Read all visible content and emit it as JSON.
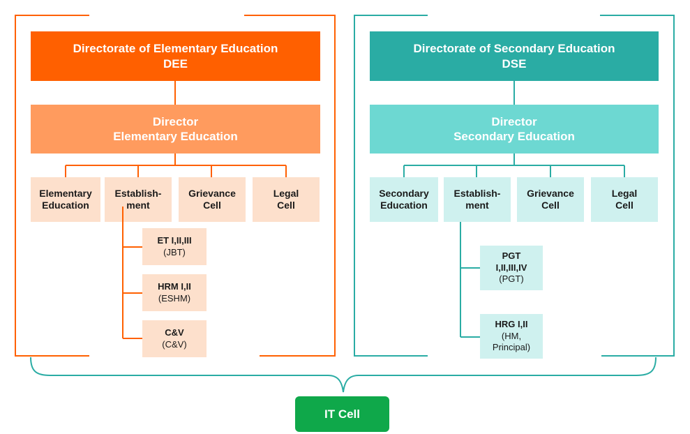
{
  "dee": {
    "header_line1": "Directorate of Elementary Education",
    "header_line2": "DEE",
    "director_line1": "Director",
    "director_line2": "Elementary Education",
    "units": [
      {
        "line1": "Elementary",
        "line2": "Education"
      },
      {
        "line1": "Establish-",
        "line2": "ment"
      },
      {
        "line1": "Grievance",
        "line2": "Cell"
      },
      {
        "line1": "Legal",
        "line2": "Cell"
      }
    ],
    "sub_units": [
      {
        "title": "ET I,II,III",
        "detail": "(JBT)"
      },
      {
        "title": "HRM I,II",
        "detail": "(ESHM)"
      },
      {
        "title": "C&V",
        "detail": "(C&V)"
      }
    ]
  },
  "dse": {
    "header_line1": "Directorate of Secondary Education",
    "header_line2": "DSE",
    "director_line1": "Director",
    "director_line2": "Secondary Education",
    "units": [
      {
        "line1": "Secondary",
        "line2": "Education"
      },
      {
        "line1": "Establish-",
        "line2": "ment"
      },
      {
        "line1": "Grievance",
        "line2": "Cell"
      },
      {
        "line1": "Legal",
        "line2": "Cell"
      }
    ],
    "sub_units": [
      {
        "title1": "PGT",
        "title2": "I,II,III,IV",
        "detail": "(PGT)"
      },
      {
        "title": "HRG I,II",
        "detail1": "(HM,",
        "detail2": "Principal)"
      }
    ]
  },
  "it_cell": {
    "label": "IT Cell"
  },
  "colors": {
    "dee_dark": "#ff6000",
    "dee_mid": "#ff9b5e",
    "dee_light": "#fde0cc",
    "dse_dark": "#2aaca4",
    "dse_mid": "#6dd8d2",
    "dse_light": "#cff1ef",
    "it_green": "#0fa84a"
  }
}
